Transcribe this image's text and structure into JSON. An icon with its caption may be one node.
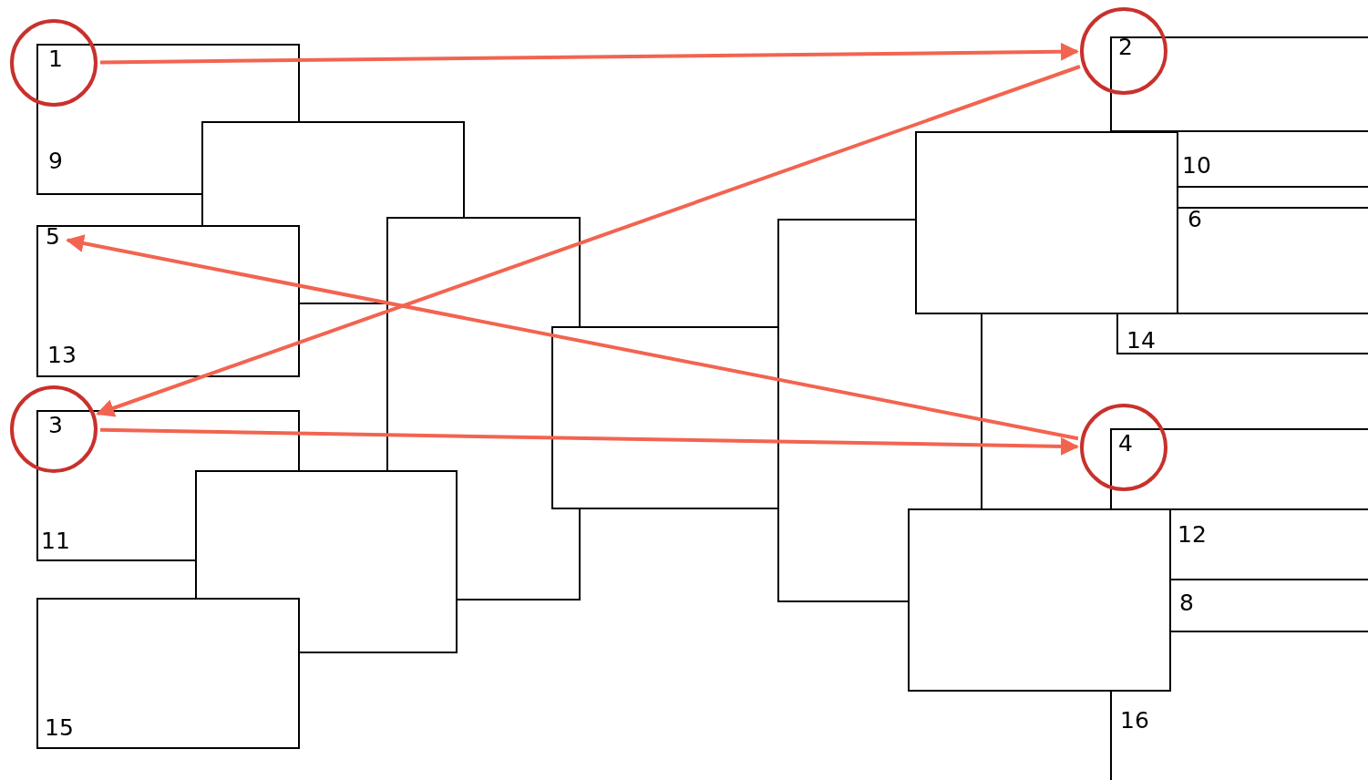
{
  "diagram": {
    "nodes": [
      {
        "text": [
          "1"
        ]
      },
      {
        "text": [
          "2"
        ]
      },
      {
        "text": [
          "3"
        ]
      },
      {
        "text": [
          "4"
        ]
      },
      {
        "text": [
          "5"
        ]
      }
    ],
    "edges": [
      {
        "from": 0,
        "to": 1,
        "arrow": "to"
      },
      {
        "from": 1,
        "to": 2,
        "arrow": "to"
      },
      {
        "from": 2,
        "to": 3,
        "arrow": "to"
      },
      {
        "from": 3,
        "to": 4,
        "arrow": "to"
      }
    ],
    "labels": [
      "9",
      "10",
      "6",
      "13",
      "14",
      "11",
      "12",
      "8",
      "15",
      "16"
    ]
  }
}
